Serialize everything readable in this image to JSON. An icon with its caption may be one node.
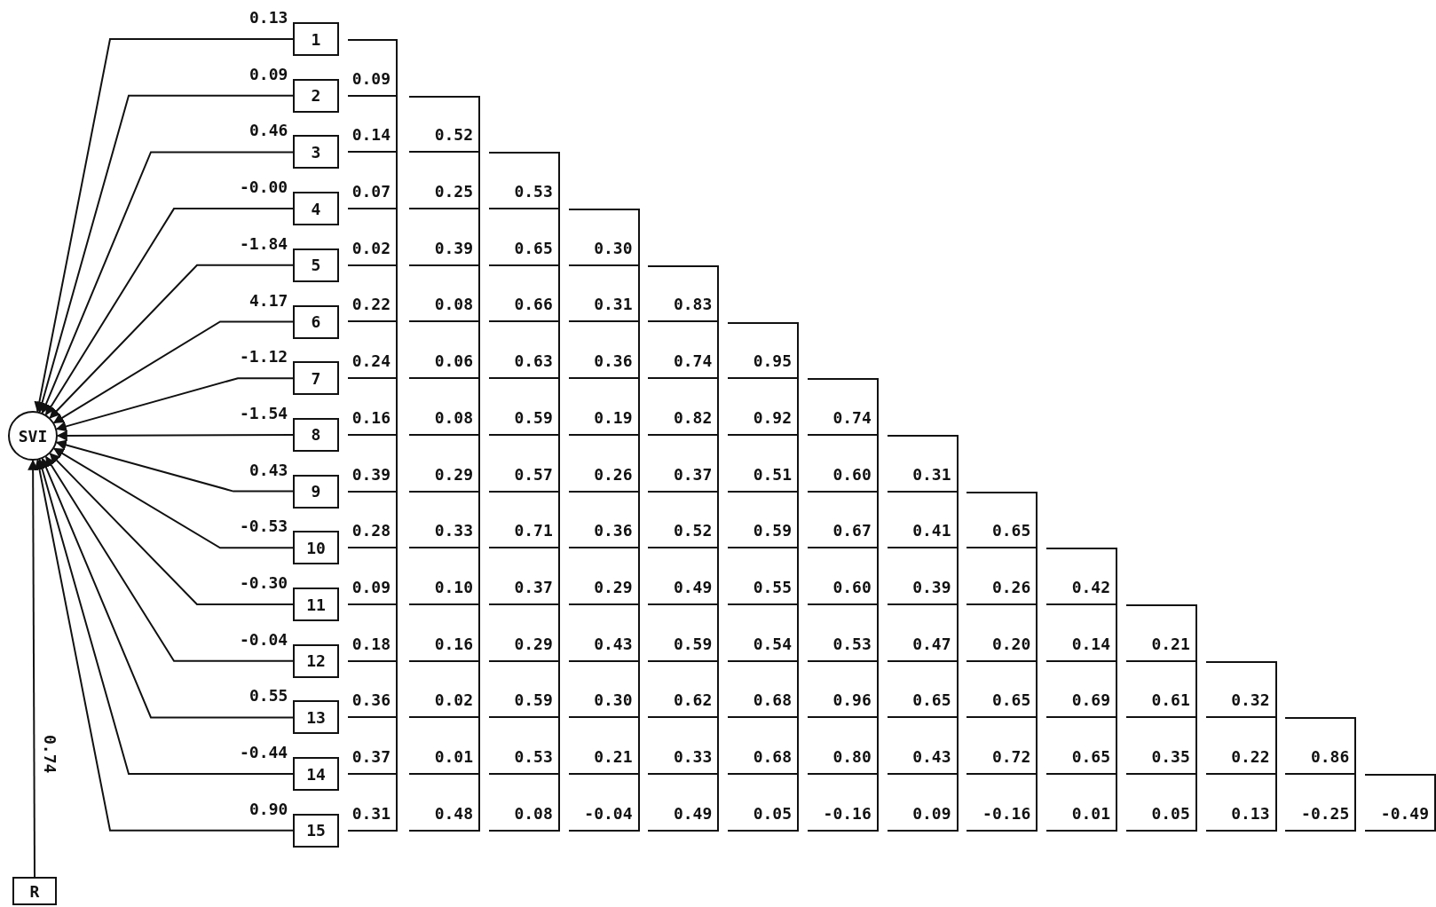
{
  "diagram": {
    "nodes": [
      {
        "text": [
          "1"
        ]
      },
      {
        "text": [
          "2"
        ]
      },
      {
        "text": [
          "3"
        ]
      },
      {
        "text": [
          "4"
        ]
      },
      {
        "text": [
          "5"
        ]
      },
      {
        "text": [
          "6"
        ]
      },
      {
        "text": [
          "7"
        ]
      },
      {
        "text": [
          "8"
        ]
      },
      {
        "text": [
          "9"
        ]
      },
      {
        "text": [
          "10"
        ]
      },
      {
        "text": [
          "11"
        ]
      },
      {
        "text": [
          "12"
        ]
      },
      {
        "text": [
          "13"
        ]
      },
      {
        "text": [
          "14"
        ]
      },
      {
        "text": [
          "15"
        ]
      },
      {
        "text": [
          "SVI"
        ]
      },
      {
        "text": [
          "R"
        ]
      }
    ],
    "edges": [
      {
        "from": 0,
        "to": 15,
        "arrow": "to",
        "label": "0.13"
      },
      {
        "from": 1,
        "to": 15,
        "arrow": "to",
        "label": "0.09"
      },
      {
        "from": 2,
        "to": 15,
        "arrow": "to",
        "label": "0.46"
      },
      {
        "from": 3,
        "to": 15,
        "arrow": "to",
        "label": "-0.00"
      },
      {
        "from": 4,
        "to": 15,
        "arrow": "to",
        "label": "-1.84"
      },
      {
        "from": 5,
        "to": 15,
        "arrow": "to",
        "label": "4.17"
      },
      {
        "from": 6,
        "to": 15,
        "arrow": "to",
        "label": "-1.12"
      },
      {
        "from": 7,
        "to": 15,
        "arrow": "to",
        "label": "-1.54"
      },
      {
        "from": 8,
        "to": 15,
        "arrow": "to",
        "label": "0.43"
      },
      {
        "from": 9,
        "to": 15,
        "arrow": "to",
        "label": "-0.53"
      },
      {
        "from": 10,
        "to": 15,
        "arrow": "to",
        "label": "-0.30"
      },
      {
        "from": 11,
        "to": 15,
        "arrow": "to",
        "label": "-0.04"
      },
      {
        "from": 12,
        "to": 15,
        "arrow": "to",
        "label": "0.55"
      },
      {
        "from": 13,
        "to": 15,
        "arrow": "to",
        "label": "-0.44"
      },
      {
        "from": 14,
        "to": 15,
        "arrow": "to",
        "label": "0.90"
      },
      {
        "from": 16,
        "to": 15,
        "arrow": "to",
        "label": "0.74"
      }
    ],
    "labels": [
      "0.09",
      "0.14",
      "0.52",
      "0.07",
      "0.25",
      "0.53",
      "0.02",
      "0.39",
      "0.65",
      "0.30",
      "0.22",
      "0.08",
      "0.66",
      "0.31",
      "0.83",
      "0.24",
      "0.06",
      "0.63",
      "0.36",
      "0.74",
      "0.95",
      "0.16",
      "0.08",
      "0.59",
      "0.19",
      "0.82",
      "0.92",
      "0.74",
      "0.39",
      "0.29",
      "0.57",
      "0.26",
      "0.37",
      "0.51",
      "0.60",
      "0.31",
      "0.28",
      "0.33",
      "0.71",
      "0.36",
      "0.52",
      "0.59",
      "0.67",
      "0.41",
      "0.65",
      "0.09",
      "0.10",
      "0.37",
      "0.29",
      "0.49",
      "0.55",
      "0.60",
      "0.39",
      "0.26",
      "0.42",
      "0.18",
      "0.16",
      "0.29",
      "0.43",
      "0.59",
      "0.54",
      "0.53",
      "0.47",
      "0.20",
      "0.14",
      "0.21",
      "0.36",
      "0.02",
      "0.59",
      "0.30",
      "0.62",
      "0.68",
      "0.96",
      "0.65",
      "0.65",
      "0.69",
      "0.61",
      "0.32",
      "0.37",
      "0.01",
      "0.53",
      "0.21",
      "0.33",
      "0.68",
      "0.80",
      "0.43",
      "0.72",
      "0.65",
      "0.35",
      "0.22",
      "0.86",
      "0.31",
      "0.48",
      "0.08",
      "-0.04",
      "0.49",
      "0.05",
      "-0.16",
      "0.09",
      "-0.16",
      "0.01",
      "0.05",
      "0.13",
      "-0.25",
      "-0.49"
    ]
  }
}
